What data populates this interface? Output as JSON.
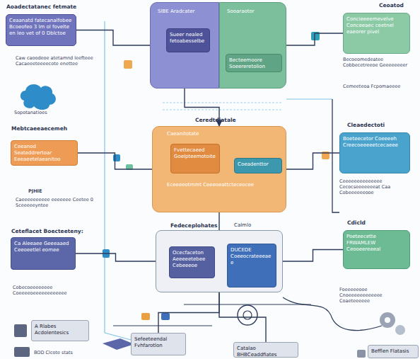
{
  "diagram": {
    "nodes": [
      {
        "text": [
          "Aoadectatanec fetmate",
          "Ceaanatd fatecanalfobee Bcoeofeo 3 lm ol fovelte en leo vet of 0 Dblctoe"
        ]
      },
      {
        "text": [
          "SIBE Aradcater"
        ]
      },
      {
        "text": [
          "Sooaraotor"
        ]
      },
      {
        "text": [
          "Sueer nealed fetoabesselbe"
        ],
        "in": 1
      },
      {
        "text": [
          "Becteemoore Soeereretolion"
        ],
        "in": 2
      },
      {
        "text": [
          "Ceoatod",
          "Concieeeemevelve Conceeaec ceetnel eaeorer pivel"
        ]
      },
      {
        "text": [
          "Mebtcaeeaecemeh",
          "Ceeanod Seateddrertoar Eeeaeetelaeanitoo"
        ]
      },
      {
        "text": [
          "Ceredtdiatale",
          "Caeanitotate",
          "Eceeeeotmmt Ceeeoeattcteceocee"
        ]
      },
      {
        "text": [
          "Fvettecaeed Goelpteemotoite"
        ],
        "in": 7
      },
      {
        "text": [
          "Coeadenttor"
        ],
        "in": 7
      },
      {
        "text": [
          "Cleaedectoti",
          "Boeteecetor Coeeeeh Creecoeeeeetcecaeee"
        ]
      },
      {
        "text": [
          "Ceteflacet Boecteeteny:",
          "Ca Aleeaee Geeeaaed Ceeoeetlel eomee"
        ]
      },
      {
        "text": [
          "Fedeceplohates",
          "Calmlo"
        ]
      },
      {
        "text": [
          "Ocecfaceton Aeeeeetebee Cebeeeoe"
        ],
        "in": 12
      },
      {
        "text": [
          "DUCEDE Coeeocrateeeaee"
        ],
        "in": 12
      },
      {
        "text": [
          "Cdicld",
          "Poeteecette FRWAMLEW Ceooeereeeal"
        ]
      },
      {
        "text": [
          "A Rlabes Acdolentesics"
        ]
      },
      {
        "text": [
          "Sefeeteendal Fvhfarotlon"
        ]
      },
      {
        "text": [
          "Catalao BHBCeaddfiates"
        ]
      },
      {
        "text": [
          "Befflen Flatasis"
        ]
      }
    ],
    "edges": [
      {
        "from": 0,
        "to": 1,
        "arrow": "none"
      },
      {
        "from": 2,
        "to": 5,
        "arrow": "none"
      },
      {
        "from": 6,
        "to": 7,
        "arrow": "none"
      },
      {
        "from": 7,
        "to": 10,
        "arrow": "none"
      },
      {
        "from": 1,
        "to": 7,
        "arrow": "to"
      },
      {
        "from": 11,
        "to": 12,
        "arrow": "none"
      },
      {
        "from": 12,
        "to": 15,
        "arrow": "none"
      },
      {
        "from": 7,
        "to": 12,
        "arrow": "none"
      },
      {
        "from": 12,
        "to": 17,
        "arrow": "none"
      },
      {
        "from": 12,
        "to": 18,
        "arrow": "none"
      }
    ],
    "labels": [
      "Caw caoodeoe atetamnd leefteee Cacaeeeteeeecote enettee",
      "Sopotanatioes",
      "Becoeomedeatee Cobbecetreeoe Geeeeeeeer",
      "Cemeeteoa Fcpomaeeee",
      "PJHIE",
      "Caeeeeeeeeee eeeeeee Ceetee 0 Sceeeeeyntee",
      "Ceeeeeeeeeeeeee Cecocseeeeeeeat Caa Cobeeeeeeooe",
      "Cobecoeeeeeeee Coeeeeoeeeeeeeeeeee",
      "Foeeeeeooe Cnoeeeeeeeeeeee Coaeteeeeee",
      "BOD Clcote stats"
    ]
  }
}
